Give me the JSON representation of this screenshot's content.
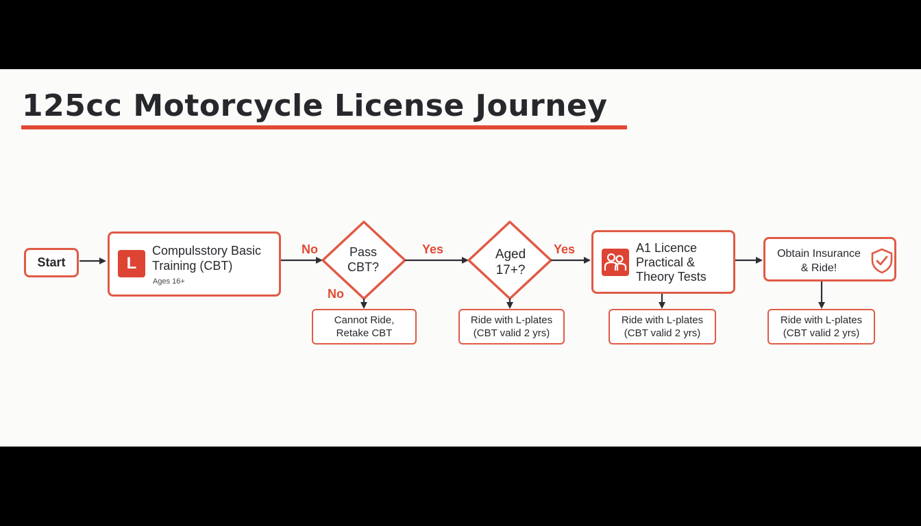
{
  "title": "125cc Motorcycle License Journey",
  "colors": {
    "accent": "#e04a33",
    "text": "#26282c",
    "background": "#fbfbfa"
  },
  "nodes": {
    "start": {
      "label": "Start"
    },
    "cbt": {
      "badge": "L",
      "label": "Compulsstory Basic Training (CBT)",
      "sublabel": "Ages 16+"
    },
    "pass_cbt": {
      "line1": "Pass",
      "line2": "CBT?"
    },
    "aged_17": {
      "line1": "Aged",
      "line2": "17+?"
    },
    "a1": {
      "icon": "people-icon",
      "line1": "A1 Licence",
      "line2": "Practical &",
      "line3": "Theory Tests"
    },
    "insurance": {
      "icon": "shield-check-icon",
      "line1": "Obtain Insurance",
      "line2": "& Ride!"
    },
    "cannot_ride": {
      "line1": "Cannot Ride,",
      "line2": "Retake CBT"
    },
    "lplates_1": {
      "line1": "Ride with L-plates",
      "line2": "(CBT valid 2 yrs)"
    },
    "lplates_2": {
      "line1": "Ride with L-plates",
      "line2": "(CBT valid 2 yrs)"
    },
    "lplates_3": {
      "line1": "Ride with L-plates",
      "line2": "(CBT valid 2 yrs)"
    }
  },
  "edge_labels": {
    "no_top": "No",
    "no_down": "No",
    "yes_pass": "Yes",
    "yes_aged": "Yes"
  }
}
